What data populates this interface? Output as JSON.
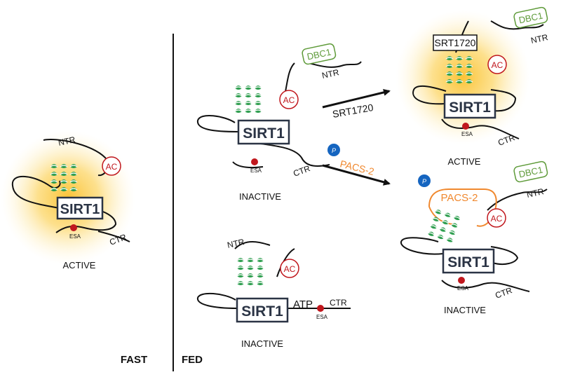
{
  "colors": {
    "glow": "#fbc93a",
    "green": "#2e9e4f",
    "green_light": "#a8d8b0",
    "red": "#c0171d",
    "orange": "#f0882e",
    "blue": "#1565c0",
    "navy": "#2b3445",
    "dbc_green": "#5f9b3a"
  },
  "left_panel": {
    "protein": "SIRT1",
    "ntr": "NTR",
    "ctr": "CTR",
    "ac": "AC",
    "esa": "ESA",
    "state": "ACTIVE",
    "condition": "FAST"
  },
  "fed_panel": {
    "condition": "FED",
    "top_left": {
      "protein": "SIRT1",
      "dbc": "DBC1",
      "ntr": "NTR",
      "ctr": "CTR",
      "ac": "AC",
      "esa": "ESA",
      "state": "INACTIVE"
    },
    "arrow_upper_label": "SRT1720",
    "arrow_lower_label": "PACS-2",
    "phospho": "P",
    "top_right": {
      "protein": "SIRT1",
      "compound": "SRT1720",
      "dbc": "DBC1",
      "ntr": "NTR",
      "ctr": "CTR",
      "ac": "AC",
      "esa": "ESA",
      "state": "ACTIVE"
    },
    "bottom_right": {
      "protein": "SIRT1",
      "pacs": "PACS-2",
      "dbc": "DBC1",
      "ntr": "NTR",
      "ctr": "CTR",
      "ac": "AC",
      "esa": "ESA",
      "phospho": "P",
      "state": "INACTIVE"
    },
    "bottom_left": {
      "protein": "SIRT1",
      "atp": "ATP",
      "ntr": "NTR",
      "ctr": "CTR",
      "ac": "AC",
      "esa": "ESA",
      "state": "INACTIVE"
    }
  }
}
